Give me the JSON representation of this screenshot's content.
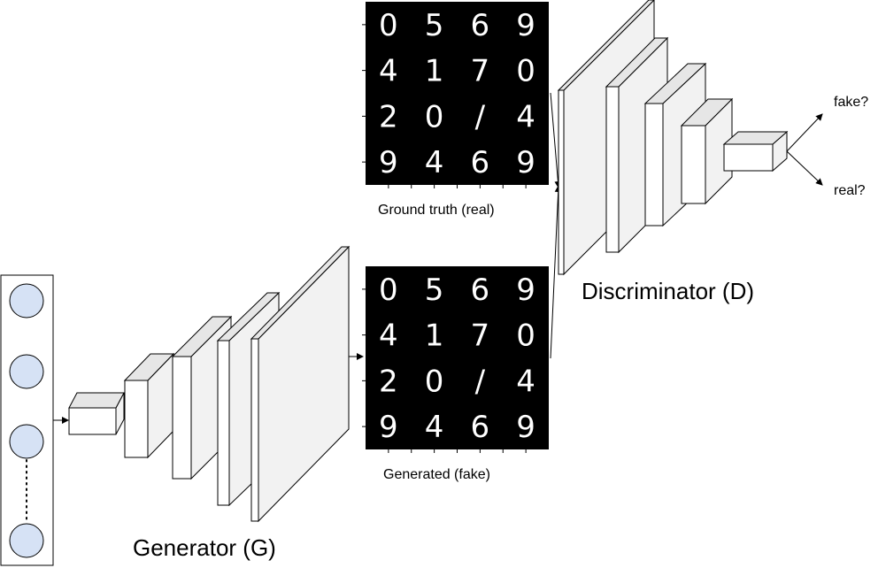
{
  "labels": {
    "ground_truth": "Ground truth (real)",
    "generated": "Generated (fake)",
    "generator": "Generator (G)",
    "discriminator": "Discriminator (D)",
    "fake_output": "fake?",
    "real_output": "real?"
  },
  "mnist_grid_real": [
    [
      "0",
      "5",
      "6",
      "9"
    ],
    [
      "4",
      "1",
      "7",
      "0"
    ],
    [
      "2",
      "0",
      "/",
      "4"
    ],
    [
      "9",
      "4",
      "6",
      "9"
    ]
  ],
  "mnist_grid_fake": [
    [
      "0",
      "5",
      "6",
      "9"
    ],
    [
      "4",
      "1",
      "7",
      "0"
    ],
    [
      "2",
      "0",
      "/",
      "4"
    ],
    [
      "9",
      "4",
      "6",
      "9"
    ]
  ],
  "colors": {
    "latent_node_fill": "#d6e2f5",
    "layer_front": "#ffffff",
    "layer_side": "#f2f2f2",
    "layer_top": "#e6e6e6",
    "grid_bg": "#000000",
    "stroke": "#000000"
  }
}
